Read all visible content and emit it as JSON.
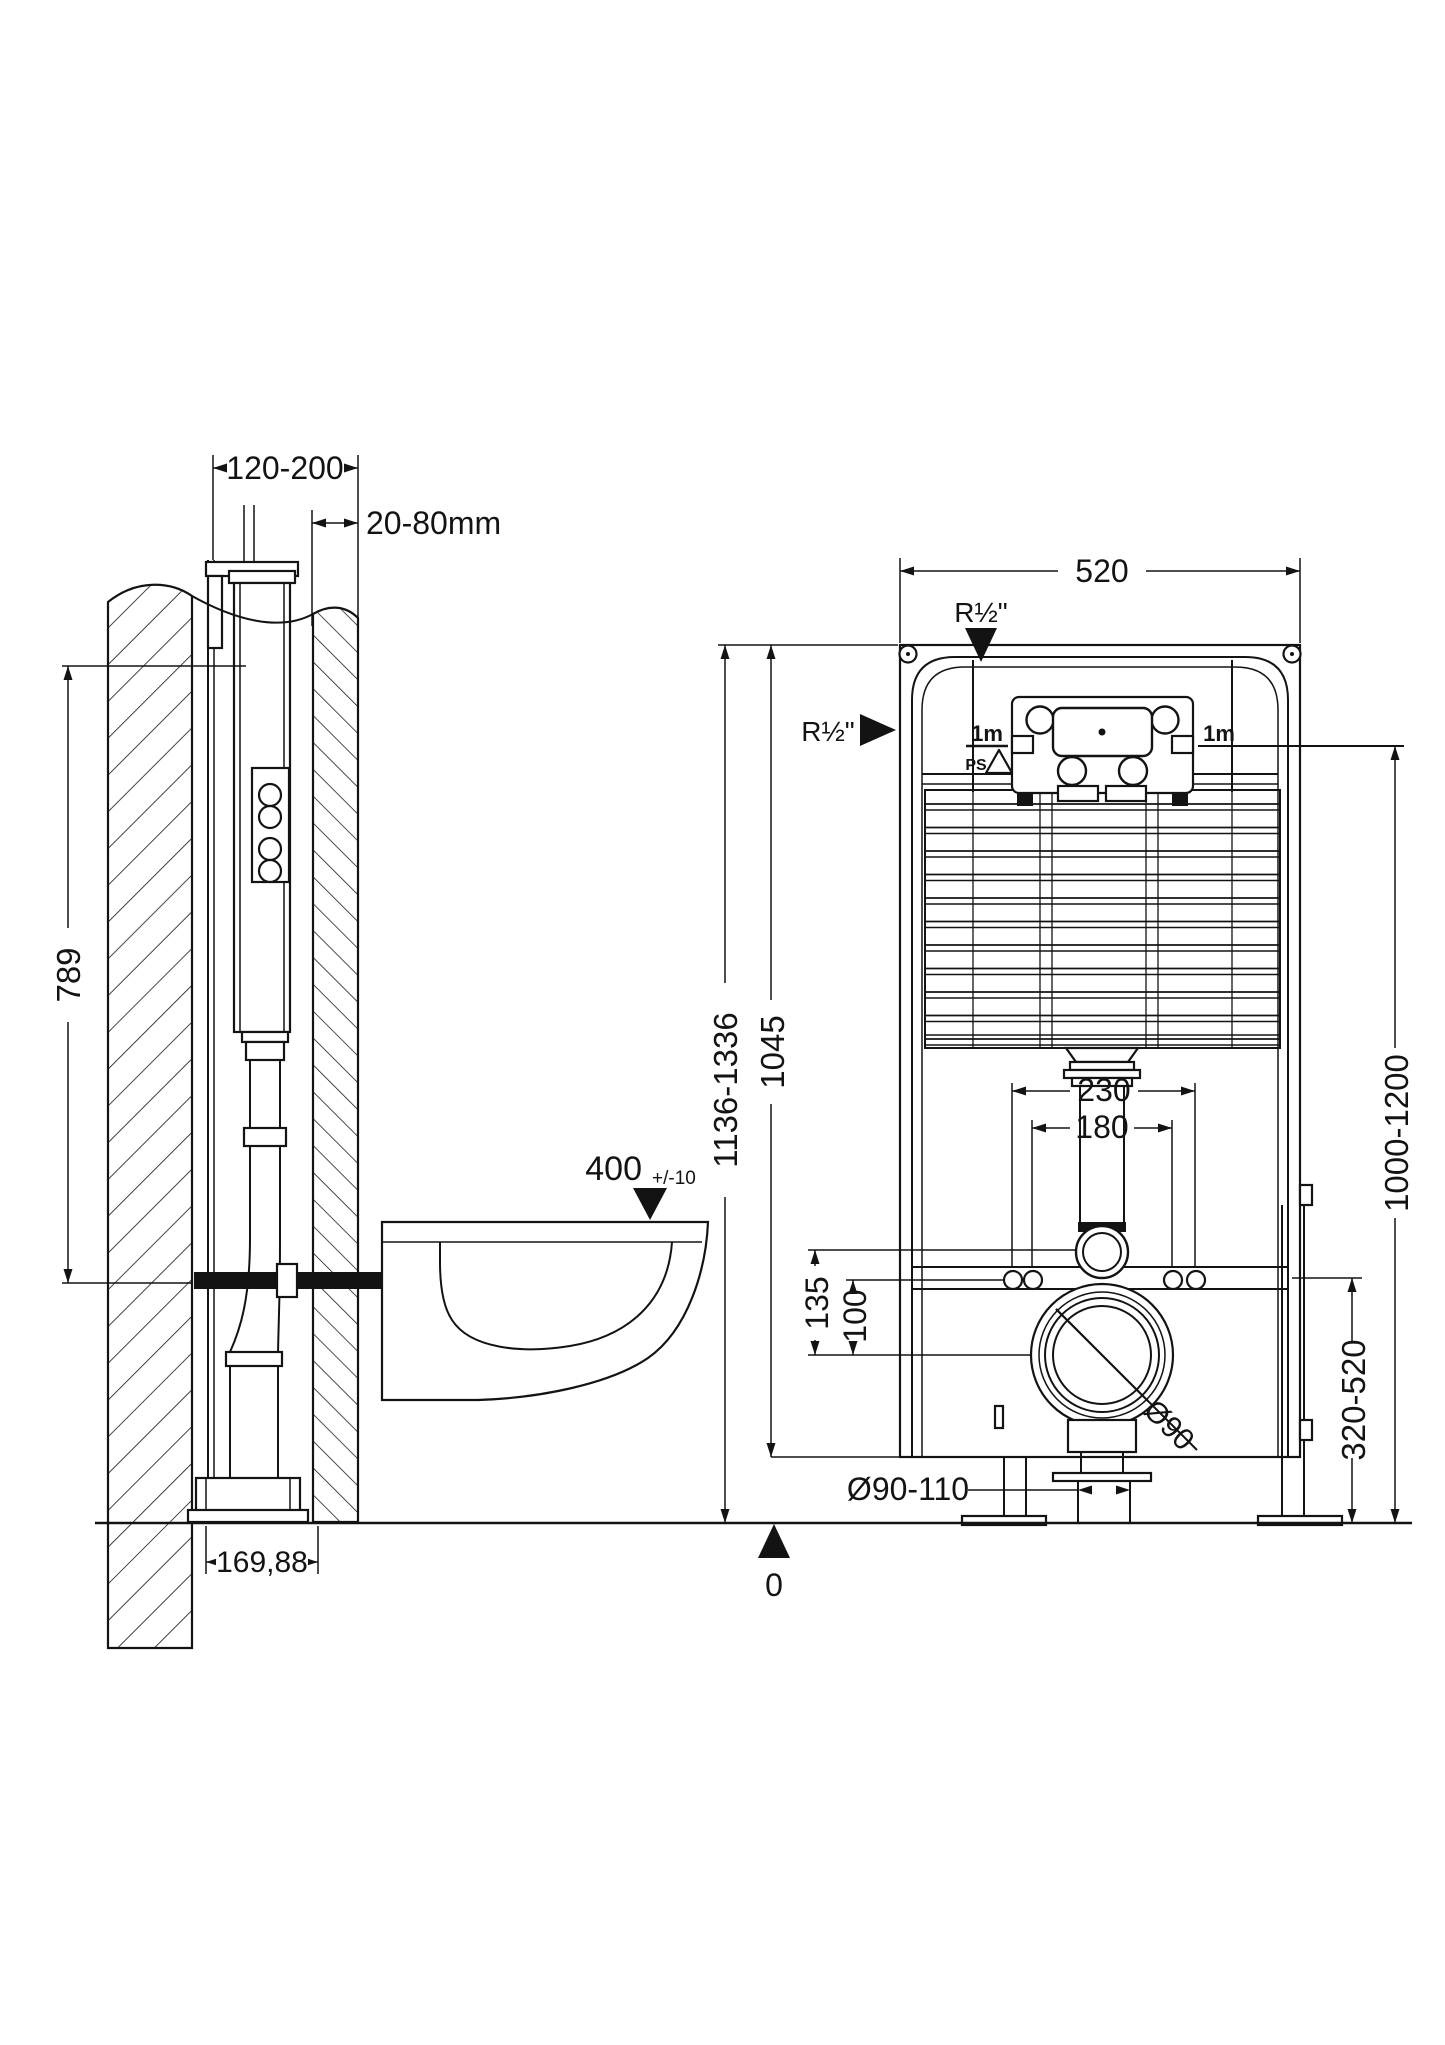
{
  "drawing_colors": {
    "line": "#131313",
    "background": "#ffffff"
  },
  "side_view": {
    "dim_frame_depth": "120-200",
    "dim_wall_lining": "20-80mm",
    "dim_tank_to_bolt": "789",
    "dim_bowl_height": "400",
    "dim_bowl_height_tol": "+/-10",
    "dim_outlet_depth": "169,88"
  },
  "front_view": {
    "dim_frame_width": "520",
    "label_supply_top": "R½\"",
    "label_supply_side": "R½\"",
    "label_flush_left": "1m",
    "label_flush_left_sub": "PS",
    "label_flush_right": "1m",
    "dim_total_height": "1136-1336",
    "dim_frame_height": "1045",
    "dim_actuation_height": "1000-1200",
    "dim_bolt_spacing_outer": "230",
    "dim_bolt_spacing_inner": "180",
    "dim_flush_to_waste": "135",
    "dim_bolt_to_waste": "100",
    "dim_waste_height_range": "320-520",
    "dim_waste_diameter": "Ø90",
    "dim_outlet_diameter": "Ø90-110",
    "datum_zero": "0"
  }
}
